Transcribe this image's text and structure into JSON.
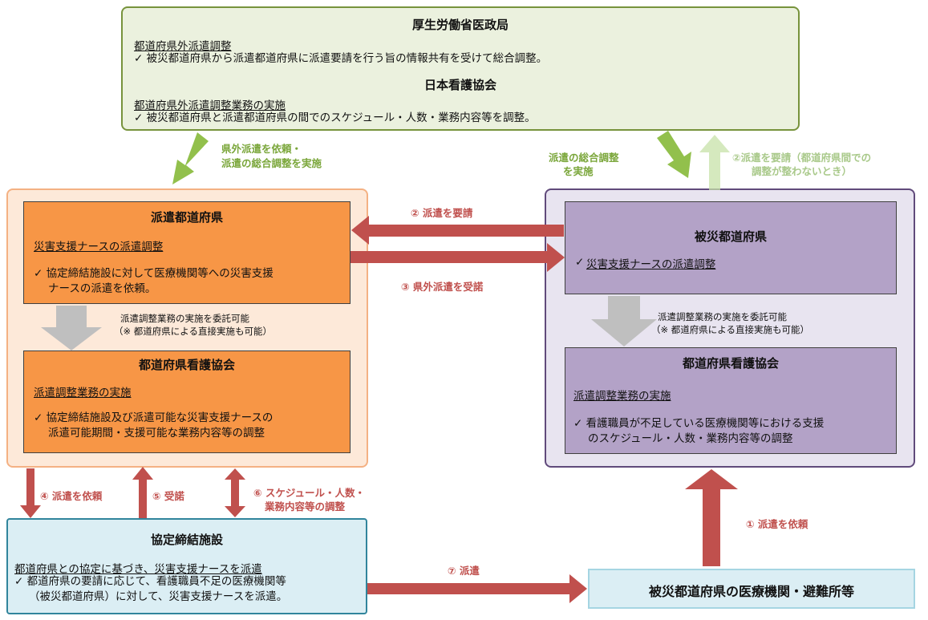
{
  "mhlw": {
    "title": "厚生労働省医政局",
    "head1": "都道府県外派遣調整",
    "item1": "✓ 被災都道府県から派遣都道府県に派遣要請を行う旨の情報共有を受けて総合調整。",
    "title2": "日本看護協会",
    "head2": "都道府県外派遣調整業務の実施",
    "item2": "✓ 被災都道府県と派遣都道府県の間でのスケジュール・人数・業務内容等を調整。"
  },
  "sending": {
    "title": "派遣都道府県",
    "head": "災害支援ナースの派遣調整",
    "item_l1": "✓ 協定締結施設に対して医療機関等への災害支援",
    "item_l2": "ナースの派遣を依頼。",
    "delegate_l1": "派遣調整業務の実施を委託可能",
    "delegate_l2": "（※ 都道府県による直接実施も可能）",
    "assoc_title": "都道府県看護協会",
    "assoc_head": "派遣調整業務の実施",
    "assoc_item_l1": "✓ 協定締結施設及び派遣可能な災害支援ナースの",
    "assoc_item_l2": "派遣可能期間・支援可能な業務内容等の調整"
  },
  "affected": {
    "title": "被災都道府県",
    "head": "災害支援ナースの派遣調整",
    "check": "✓",
    "delegate_l1": "派遣調整業務の実施を委託可能",
    "delegate_l2": "（※ 都道府県による直接実施も可能）",
    "assoc_title": "都道府県看護協会",
    "assoc_head": "派遣調整業務の実施",
    "assoc_item_l1": "✓ 看護職員が不足している医療機関等における支援",
    "assoc_item_l2": "のスケジュール・人数・業務内容等の調整"
  },
  "facility": {
    "title": "協定締結施設",
    "head": "都道府県との協定に基づき、災害支援ナースを派遣",
    "item_l1": "✓ 都道府県の要請に応じて、看護職員不足の医療機関等",
    "item_l2": "（被災都道府県）に対して、災害支援ナースを派遣。"
  },
  "hospital": {
    "title": "被災都道府県の医療機関・避難所等"
  },
  "arrows": {
    "left_green_l1": "県外派遣を依頼・",
    "left_green_l2": "派遣の総合調整を実施",
    "right_green_l1": "派遣の総合調整",
    "right_green_l2": "を実施",
    "faded_l1": "②派遣を要請（都道府県間での",
    "faded_l2": "調整が整わないとき）",
    "a2": "② 派遣を要請",
    "a3": "③ 県外派遣を受諾",
    "a4": "④ 派遣を依頼",
    "a5": "⑤ 受諾",
    "a6_l1": "⑥ スケジュール・人数・",
    "a6_l2": "業務内容等の調整",
    "a7": "⑦ 派遣",
    "a1": "① 派遣を依頼"
  },
  "colors": {
    "green_bg": "#ebf1de",
    "green_border": "#77933c",
    "orange_outer_bg": "#fde9d9",
    "orange_outer_border": "#f4b183",
    "orange": "#f79646",
    "purple_outer_bg": "#e8e4f0",
    "purple_outer_border": "#604a7b",
    "purple": "#b3a2c7",
    "blue_bg": "#dbeef4",
    "blue_border": "#31859c",
    "red_arrow": "#c0504d",
    "green_arrow": "#92c04c",
    "gray_arrow": "#bfbfbf"
  }
}
